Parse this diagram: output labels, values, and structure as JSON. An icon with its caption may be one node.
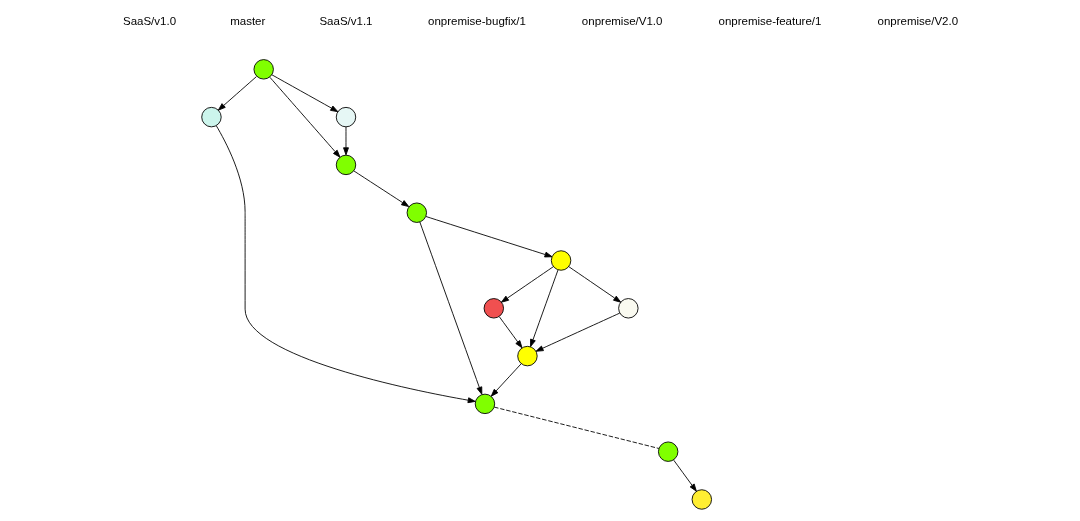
{
  "diagram": {
    "nodes": [
      {
        "text": [],
        "shape": "circle"
      },
      {
        "text": [],
        "shape": "circle"
      },
      {
        "text": [],
        "shape": "circle"
      },
      {
        "text": [],
        "shape": "circle"
      },
      {
        "text": [],
        "shape": "circle"
      },
      {
        "text": [],
        "shape": "circle"
      },
      {
        "text": [],
        "shape": "circle"
      },
      {
        "text": [],
        "shape": "circle"
      },
      {
        "text": [],
        "shape": "circle"
      },
      {
        "text": [],
        "shape": "circle"
      },
      {
        "text": [],
        "shape": "circle"
      },
      {
        "text": [],
        "shape": "circle"
      }
    ],
    "edges": [
      {
        "from": 0,
        "to": 2,
        "arrow": "to"
      },
      {
        "from": 0,
        "to": 1,
        "arrow": "to"
      },
      {
        "from": 0,
        "to": 3,
        "arrow": "to"
      },
      {
        "from": 1,
        "to": 3,
        "arrow": "to"
      },
      {
        "from": 3,
        "to": 4,
        "arrow": "to"
      },
      {
        "from": 2,
        "to": 9,
        "arrow": "to"
      },
      {
        "from": 4,
        "to": 9,
        "arrow": "to"
      },
      {
        "from": 4,
        "to": 5,
        "arrow": "to"
      },
      {
        "from": 5,
        "to": 6,
        "arrow": "to"
      },
      {
        "from": 5,
        "to": 7,
        "arrow": "to"
      },
      {
        "from": 7,
        "to": 8,
        "arrow": "to"
      },
      {
        "from": 5,
        "to": 8,
        "arrow": "to"
      },
      {
        "from": 6,
        "to": 8,
        "arrow": "to"
      },
      {
        "from": 8,
        "to": 9,
        "arrow": "to"
      },
      {
        "from": 9,
        "to": 10,
        "arrow": "none",
        "style": "dashed"
      },
      {
        "from": 10,
        "to": 11,
        "arrow": "to"
      }
    ],
    "labels": [
      "SaaS/v1.0",
      "master",
      "SaaS/v1.1",
      "onpremise-bugfix/1",
      "onpremise/V1.0",
      "onpremise-feature/1",
      "onpremise/V2.0"
    ]
  }
}
